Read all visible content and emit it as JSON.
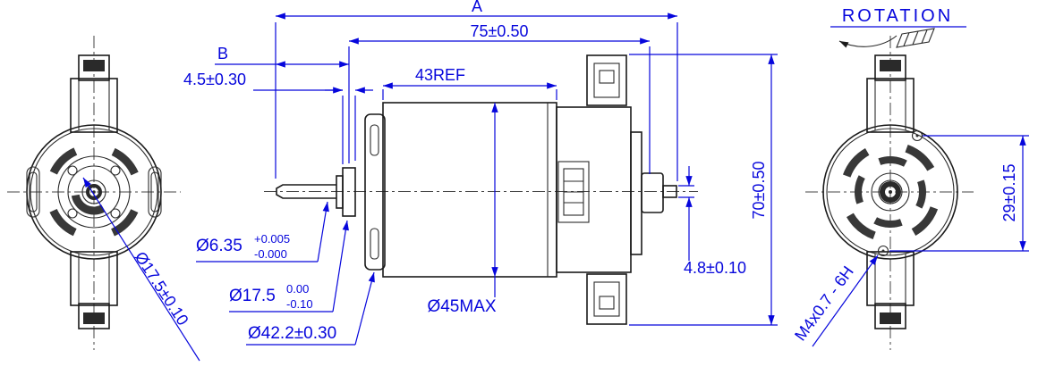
{
  "labels": {
    "rotation": "ROTATION",
    "dim_a": "A",
    "dim_75": "75±0.50",
    "dim_b": "B",
    "dim_4_5": "4.5±0.30",
    "dim_43ref": "43REF",
    "dim_70": "70±0.50",
    "dim_4_8": "4.8±0.10",
    "shaft_dia": "Ø6.35",
    "shaft_tol_upper": "+0.005",
    "shaft_tol_lower": "-0.000",
    "boss_dia": "Ø17.5",
    "boss_tol_upper": "0.00",
    "boss_tol_lower": "-0.10",
    "pilot_dia": "Ø42.2±0.30",
    "can_dia": "Ø45MAX",
    "front_pilot_dia": "Ø17.5±0.10",
    "hole_spacing": "29±0.15",
    "thread_spec": "M4x0.7 - 6H"
  },
  "colors": {
    "dimension_blue": "#0606dc",
    "drawing_black": "#1a1a1a",
    "background": "#ffffff"
  }
}
